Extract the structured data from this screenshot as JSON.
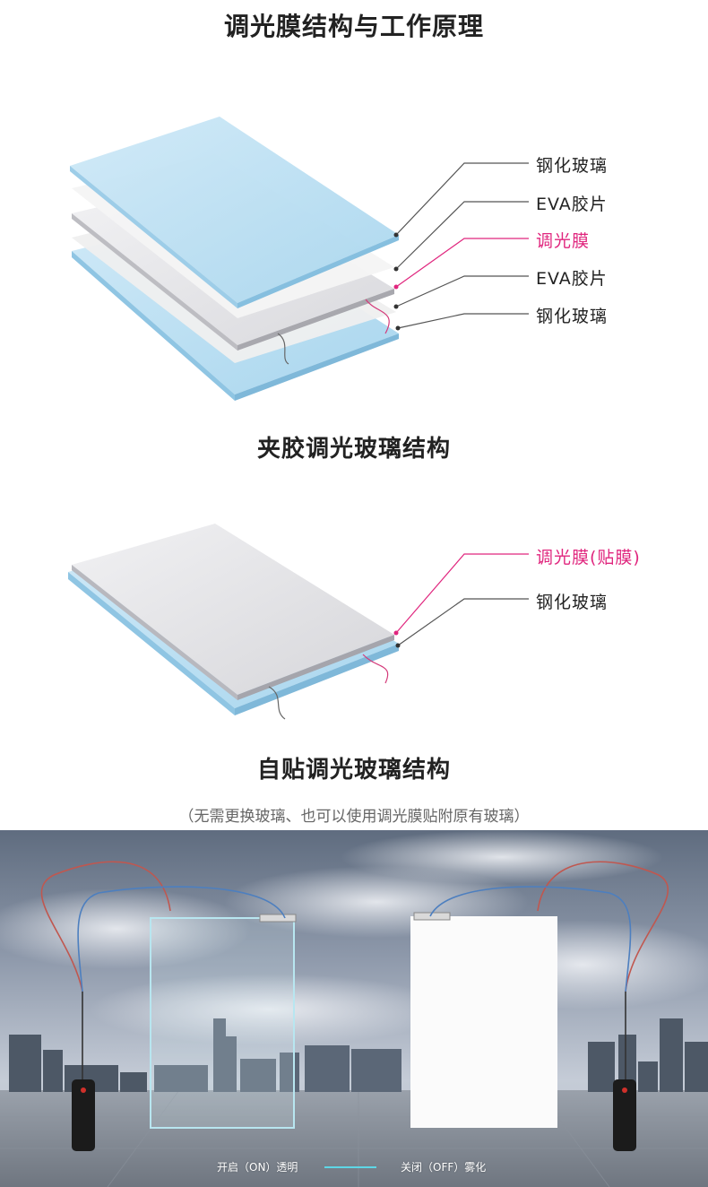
{
  "title": "调光膜结构与工作原理",
  "laminated": {
    "labels": [
      "钢化玻璃",
      "EVA胶片",
      "调光膜",
      "EVA胶片",
      "钢化玻璃"
    ],
    "caption": "夹胶调光玻璃结构"
  },
  "adhesive": {
    "labels": [
      "调光膜(贴膜)",
      "钢化玻璃"
    ],
    "caption": "自贴调光玻璃结构",
    "note": "（无需更换玻璃、也可以使用调光膜贴附原有玻璃）"
  },
  "demo": {
    "on_label": "开启（ON）透明",
    "off_label": "关闭（OFF）雾化"
  },
  "colors": {
    "accent_pink": "#e0267e",
    "glass_blue": "#bfe0f2",
    "film_grey": "#e9e9eb"
  }
}
